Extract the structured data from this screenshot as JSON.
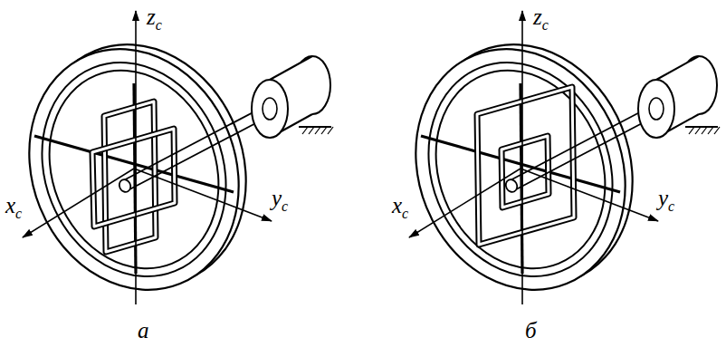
{
  "diagram": {
    "labels": [
      "zс",
      "xс",
      "yс",
      "а",
      "zс",
      "xс",
      "yс",
      "б"
    ]
  }
}
